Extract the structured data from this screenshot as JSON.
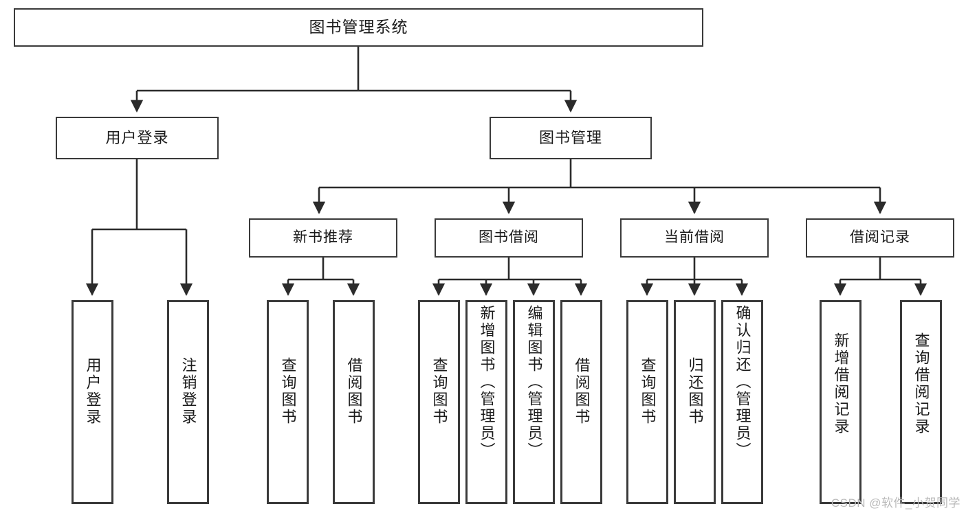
{
  "diagram": {
    "title": "图书管理系统",
    "watermark": "CSDN @软件_小贺同学",
    "stroke_color": "#3a3a3a",
    "text_color": "#1b1b1b",
    "background": "#ffffff",
    "watermark_color": "#b9b9b9",
    "type": "tree",
    "root": {
      "label": "图书管理系统"
    },
    "level2": [
      {
        "label": "用户登录"
      },
      {
        "label": "图书管理"
      }
    ],
    "level3": [
      {
        "label": "新书推荐"
      },
      {
        "label": "图书借阅"
      },
      {
        "label": "当前借阅"
      },
      {
        "label": "借阅记录"
      }
    ],
    "leaves": {
      "user_login": [
        {
          "label": "用户登录"
        },
        {
          "label": "注销登录"
        }
      ],
      "new_book": [
        {
          "label": "查询图书"
        },
        {
          "label": "借阅图书"
        }
      ],
      "book_borrow": [
        {
          "label": "查询图书"
        },
        {
          "label": "新增图书（管理员）"
        },
        {
          "label": "编辑图书（管理员）"
        },
        {
          "label": "借阅图书"
        }
      ],
      "current_borrow": [
        {
          "label": "查询图书"
        },
        {
          "label": "归还图书"
        },
        {
          "label": "确认归还（管理员）"
        }
      ],
      "borrow_record": [
        {
          "label": "新增借阅记录"
        },
        {
          "label": "查询借阅记录"
        }
      ]
    }
  }
}
